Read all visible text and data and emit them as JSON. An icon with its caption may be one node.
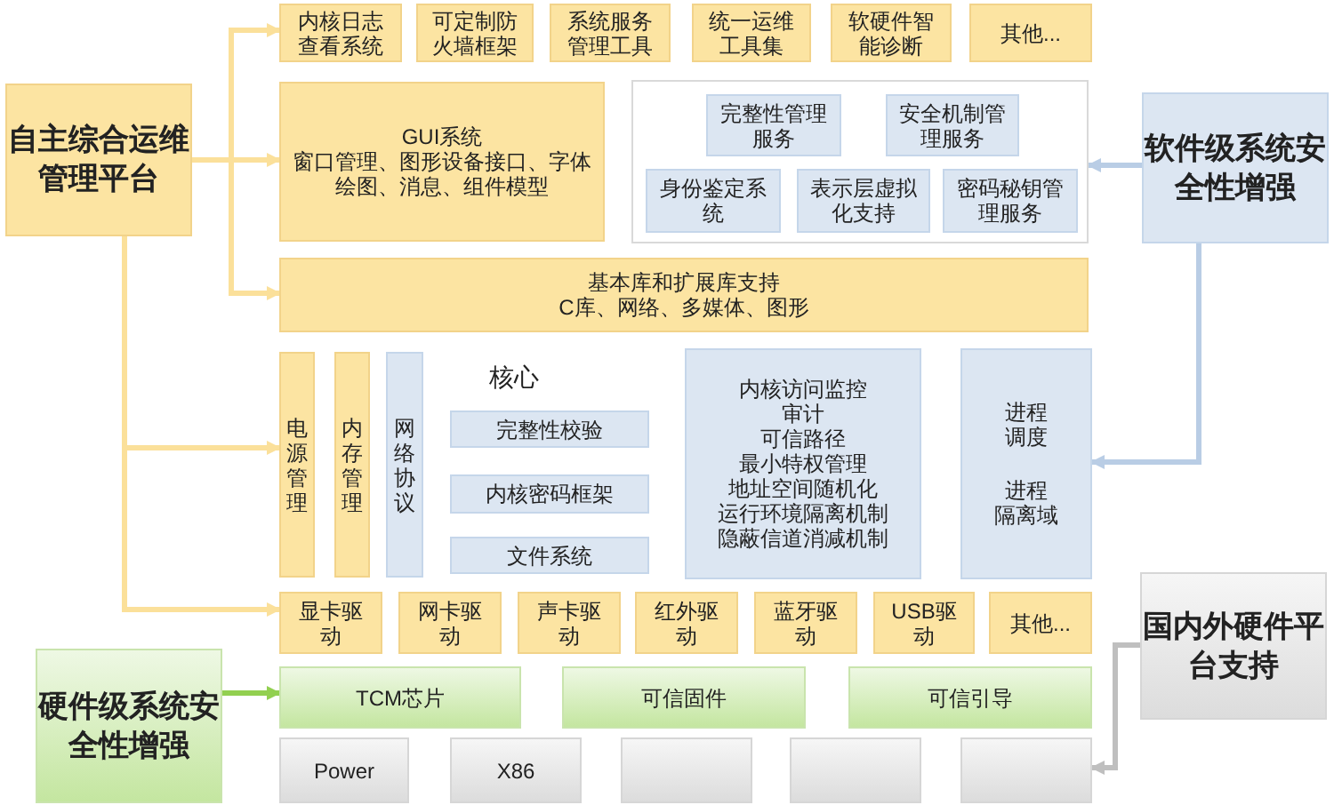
{
  "diagram": {
    "nodes": [
      {
        "text": [
          "自主综合运维管理平台"
        ]
      },
      {
        "text": [
          "内核日志查看系统"
        ]
      },
      {
        "text": [
          "可定制防火墙框架"
        ]
      },
      {
        "text": [
          "系统服务管理工具"
        ]
      },
      {
        "text": [
          "统一运维工具集"
        ]
      },
      {
        "text": [
          "软硬件智能诊断"
        ]
      },
      {
        "text": [
          "其他..."
        ]
      },
      {
        "text": [
          "GUI系统",
          "窗口管理、图形设备接口、字体绘图、消息、组件模型"
        ]
      },
      {
        "text": [],
        "shape": "box"
      },
      {
        "text": [
          "完整性管理服务"
        ],
        "in": 8
      },
      {
        "text": [
          "安全机制管理服务"
        ],
        "in": 8
      },
      {
        "text": [
          "身份鉴定系统"
        ],
        "in": 8
      },
      {
        "text": [
          "表示层虚拟化支持"
        ],
        "in": 8
      },
      {
        "text": [
          "密码秘钥管理服务"
        ],
        "in": 8
      },
      {
        "text": [
          "软件级系统安全性增强"
        ]
      },
      {
        "text": [
          "基本库和扩展库支持",
          "C库、网络、多媒体、图形"
        ]
      },
      {
        "text": [
          "电源管理"
        ]
      },
      {
        "text": [
          "内存管理"
        ]
      },
      {
        "text": [
          "网络协议"
        ]
      },
      {
        "text": [
          "完整性校验"
        ]
      },
      {
        "text": [
          "内核密码框架"
        ]
      },
      {
        "text": [
          "文件系统"
        ]
      },
      {
        "text": [
          "内核访问监控",
          "审计",
          "可信路径",
          "最小特权管理",
          "地址空间随机化",
          "运行环境隔离机制",
          "隐蔽信道消减机制"
        ]
      },
      {
        "text": [
          "进程调度",
          "进程隔离域"
        ]
      },
      {
        "text": [
          "显卡驱动"
        ]
      },
      {
        "text": [
          "网卡驱动"
        ]
      },
      {
        "text": [
          "声卡驱动"
        ]
      },
      {
        "text": [
          "红外驱动"
        ]
      },
      {
        "text": [
          "蓝牙驱动"
        ]
      },
      {
        "text": [
          "USB驱动"
        ]
      },
      {
        "text": [
          "其他..."
        ]
      },
      {
        "text": [
          "硬件级系统安全性增强"
        ]
      },
      {
        "text": [
          "TCM芯片"
        ]
      },
      {
        "text": [
          "可信固件"
        ]
      },
      {
        "text": [
          "可信引导"
        ]
      },
      {
        "text": [
          "国内外硬件平台支持"
        ]
      },
      {
        "text": [
          "Power"
        ]
      },
      {
        "text": [
          "X86"
        ]
      },
      {
        "text": [],
        "shape": "box"
      },
      {
        "text": [],
        "shape": "box"
      },
      {
        "text": [],
        "shape": "box"
      }
    ],
    "edges": [
      {
        "from": 0,
        "to": 1,
        "arrow": "to"
      },
      {
        "from": 0,
        "to": 7,
        "arrow": "to"
      },
      {
        "from": 0,
        "to": 15,
        "arrow": "to"
      },
      {
        "from": 0,
        "to": 16,
        "arrow": "to"
      },
      {
        "from": 0,
        "to": 24,
        "arrow": "to"
      },
      {
        "from": 14,
        "to": 8,
        "arrow": "to",
        "color": "#b9cde5"
      },
      {
        "from": 14,
        "to": 23,
        "arrow": "to",
        "color": "#b9cde5"
      },
      {
        "from": 31,
        "to": 32,
        "arrow": "to",
        "color": "#92d050"
      },
      {
        "from": 35,
        "to": 40,
        "arrow": "to",
        "color": "#bfbfbf"
      }
    ],
    "labels": [
      "核心"
    ]
  }
}
